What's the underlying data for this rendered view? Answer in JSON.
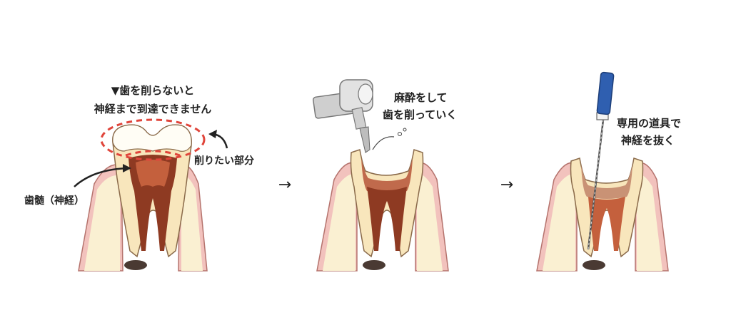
{
  "panels": [
    {
      "id": "panel-1",
      "caption_line1": "▼歯を削らないと",
      "caption_line2": "神経まで到達できません",
      "label_cut": "削りたい部分",
      "label_pulp": "歯髄（神経）"
    },
    {
      "id": "panel-2",
      "caption_line1": "麻酔をして",
      "caption_line2": "歯を削っていく"
    },
    {
      "id": "panel-3",
      "caption_line1": "専用の道具で",
      "caption_line2": "神経を抜く"
    }
  ],
  "step_arrows": [
    "→",
    "→"
  ],
  "colors": {
    "gum": "#f2c2bd",
    "gum_edge": "#b5736d",
    "bone": "#faf0d2",
    "dentin": "#f8e6bc",
    "enamel": "#fffdf5",
    "pulp_dark": "#8e3a22",
    "pulp_light": "#c4603d",
    "cavity": "#c06a4c",
    "dashed_highlight": "#e0453b",
    "tool_handle": "#2f5fb0",
    "drill_head": "#d7d7d7"
  }
}
